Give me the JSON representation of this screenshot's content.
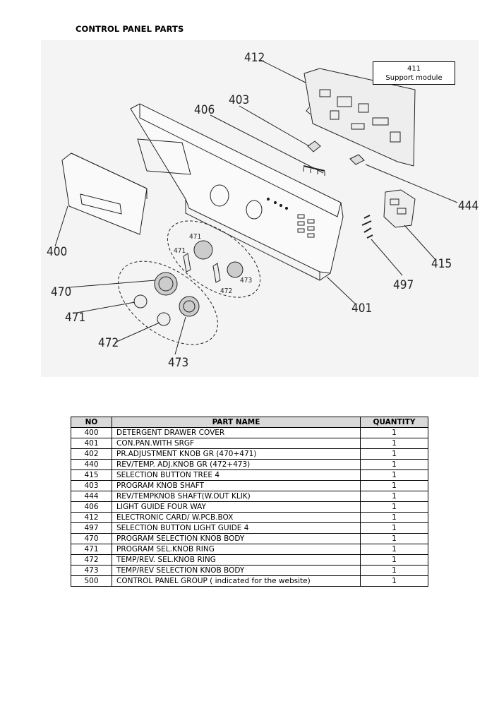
{
  "page": {
    "title": "CONTROL PANEL PARTS"
  },
  "diagram": {
    "support_module": {
      "number": "411",
      "name": "Support module"
    },
    "callouts": [
      "412",
      "403",
      "406",
      "444",
      "400",
      "415",
      "497",
      "401",
      "470",
      "471",
      "472",
      "473",
      "471",
      "471",
      "472",
      "473"
    ]
  },
  "table": {
    "headers": {
      "no": "NO",
      "name": "PART NAME",
      "qty": "QUANTITY"
    },
    "rows": [
      {
        "no": "400",
        "name": "DETERGENT DRAWER COVER",
        "qty": "1"
      },
      {
        "no": "401",
        "name": "CON.PAN.WITH SRGF",
        "qty": "1"
      },
      {
        "no": "402",
        "name": "PR.ADJUSTMENT KNOB GR (470+471)",
        "qty": "1"
      },
      {
        "no": "440",
        "name": "REV/TEMP. ADJ.KNOB GR  (472+473)",
        "qty": "1"
      },
      {
        "no": "415",
        "name": "SELECTION BUTTON TREE 4",
        "qty": "1"
      },
      {
        "no": "403",
        "name": "PROGRAM KNOB SHAFT",
        "qty": "1"
      },
      {
        "no": "444",
        "name": "REV/TEMPKNOB SHAFT(W.OUT KLIK)",
        "qty": "1"
      },
      {
        "no": "406",
        "name": "LIGHT GUIDE FOUR WAY",
        "qty": "1"
      },
      {
        "no": "412",
        "name": "ELECTRONIC CARD/ W.PCB.BOX",
        "qty": "1"
      },
      {
        "no": "497",
        "name": "SELECTION BUTTON LIGHT GUIDE 4",
        "qty": "1"
      },
      {
        "no": "470",
        "name": "PROGRAM SELECTION KNOB BODY",
        "qty": "1"
      },
      {
        "no": "471",
        "name": "PROGRAM SEL.KNOB RING",
        "qty": "1"
      },
      {
        "no": "472",
        "name": "TEMP/REV. SEL.KNOB RING",
        "qty": "1"
      },
      {
        "no": "473",
        "name": "TEMP/REV SELECTION KNOB BODY",
        "qty": "1"
      },
      {
        "no": "500",
        "name": "CONTROL PANEL GROUP ( indicated for the website)",
        "qty": "1"
      }
    ]
  }
}
